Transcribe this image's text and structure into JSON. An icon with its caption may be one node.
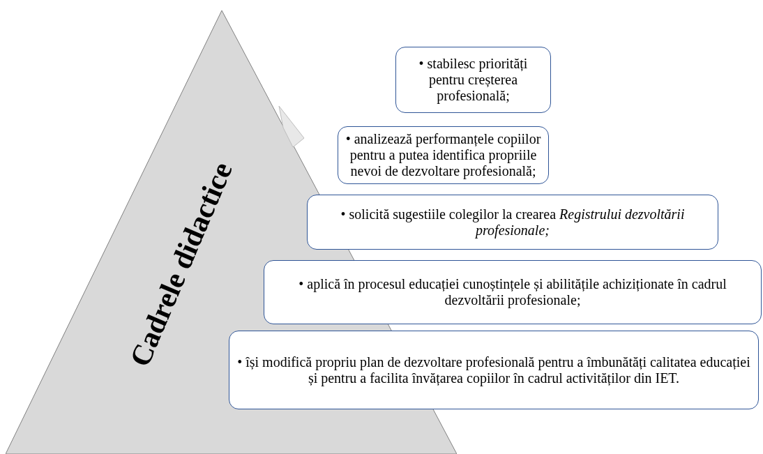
{
  "diagram": {
    "nodes": [
      {
        "text": [
          "Cadrele didactice"
        ]
      },
      {
        "text": [
          "• stabilesc priorități pentru creșterea profesională;"
        ]
      },
      {
        "text": [
          "• analizează performanțele copiilor pentru a putea identifica propriile nevoi de dezvoltare profesională;"
        ]
      },
      {
        "text": [
          "• solicită sugestiile colegilor la crearea *Registrului dezvoltării profesionale;*"
        ]
      },
      {
        "text": [
          "• aplică în procesul educației cunoștințele și abilitățile achiziționate în cadrul dezvoltării profesionale;"
        ]
      },
      {
        "text": [
          "• își modifică propriu plan de dezvoltare profesională pentru a îmbunătăți calitatea educației și pentru a facilita învățarea copiilor în cadrul activităților din IET."
        ]
      }
    ],
    "edges": []
  }
}
